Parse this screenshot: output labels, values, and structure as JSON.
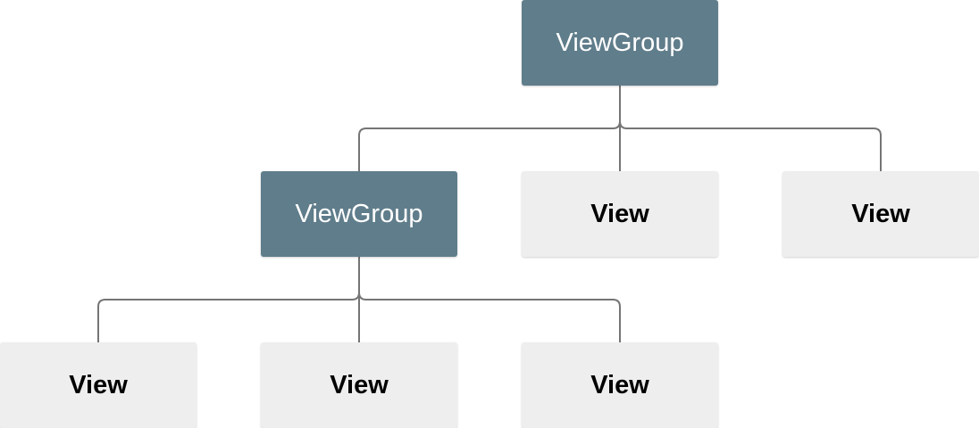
{
  "diagram": {
    "colors": {
      "group_fill": "#607d8b",
      "group_text": "#ffffff",
      "leaf_fill": "#eeeeee",
      "leaf_text": "#000000",
      "connector": "#757575"
    },
    "nodes": {
      "root": {
        "label": "ViewGroup",
        "kind": "group"
      },
      "child_group": {
        "label": "ViewGroup",
        "kind": "group"
      },
      "view_1": {
        "label": "View",
        "kind": "leaf"
      },
      "view_2": {
        "label": "View",
        "kind": "leaf"
      },
      "view_3": {
        "label": "View",
        "kind": "leaf"
      },
      "view_4": {
        "label": "View",
        "kind": "leaf"
      },
      "view_5": {
        "label": "View",
        "kind": "leaf"
      }
    },
    "edges": [
      {
        "from": "root",
        "to": "child_group"
      },
      {
        "from": "root",
        "to": "view_1"
      },
      {
        "from": "root",
        "to": "view_2"
      },
      {
        "from": "child_group",
        "to": "view_3"
      },
      {
        "from": "child_group",
        "to": "view_4"
      },
      {
        "from": "child_group",
        "to": "view_5"
      }
    ]
  }
}
